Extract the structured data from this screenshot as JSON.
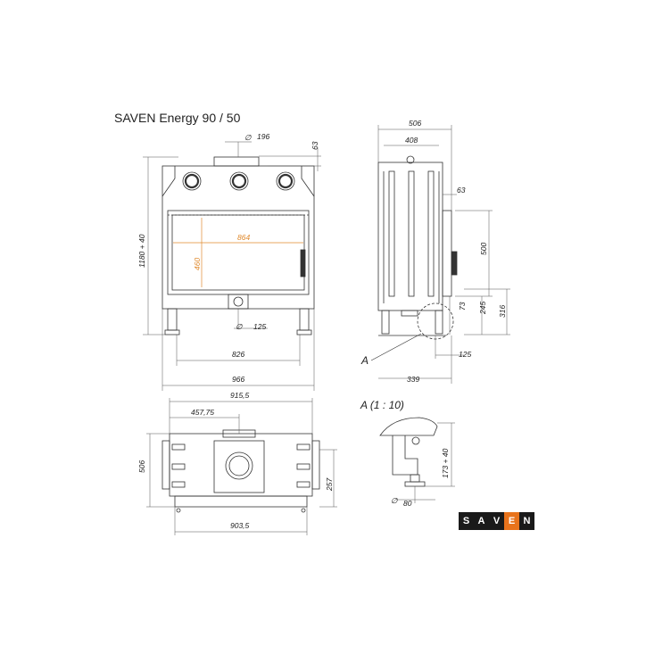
{
  "title": "SAVEN Energy 90 / 50",
  "accent_color": "#e08a2e",
  "front_view": {
    "d_top_flue": "196",
    "d_top_height": "63",
    "d_total_height": "1180 + 40",
    "d_window_width": "864",
    "d_window_height": "460",
    "d_bottom_flue": "125",
    "d_inner_width": "826",
    "d_total_width": "966"
  },
  "side_view": {
    "d_outer_width": "506",
    "d_inner_width": "408",
    "d_offset": "63",
    "d_window_height": "500",
    "d_73": "73",
    "d_245": "245",
    "d_316": "316",
    "d_foot": "125",
    "d_depth": "339",
    "detail_marker": "A"
  },
  "top_view": {
    "d_width": "915,5",
    "d_half": "457,75",
    "d_depth": "506",
    "d_257": "257",
    "d_base_width": "903,5"
  },
  "detail_view": {
    "label": "A (1 : 10)",
    "d_height": "173 + 40",
    "d_foot": "80"
  },
  "logo": {
    "letters": [
      "S",
      "A",
      "V",
      "E",
      "N"
    ],
    "accent_index": 3
  }
}
